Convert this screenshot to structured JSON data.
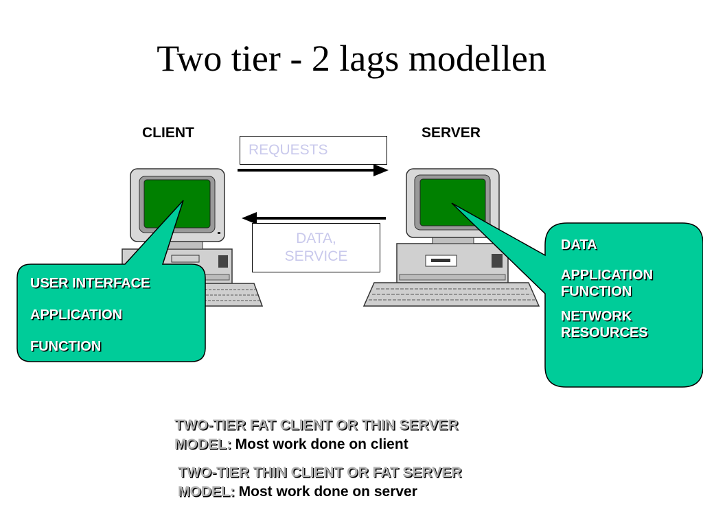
{
  "title": "Two tier - 2 lags modellen",
  "labels": {
    "client": "CLIENT",
    "server": "SERVER"
  },
  "boxes": {
    "requests": "REQUESTS",
    "data_service_line1": "DATA,",
    "data_service_line2": "SERVICE"
  },
  "client_callout": [
    "USER INTERFACE",
    "APPLICATION",
    "FUNCTION"
  ],
  "server_callout": [
    "DATA",
    "APPLICATION FUNCTION",
    "NETWORK RESOURCES"
  ],
  "models": [
    {
      "line1": "TWO-TIER FAT CLIENT OR THIN SERVER",
      "prefix": "MODEL:",
      "text": "Most work done on client"
    },
    {
      "line1": "TWO-TIER THIN CLIENT OR FAT SERVER",
      "prefix": "MODEL:",
      "text": "Most work done on server"
    }
  ],
  "colors": {
    "callout": "#00cc99",
    "screen": "#008000",
    "box_text": "#c9c9ec",
    "model_gray": "#b3b3b3"
  }
}
